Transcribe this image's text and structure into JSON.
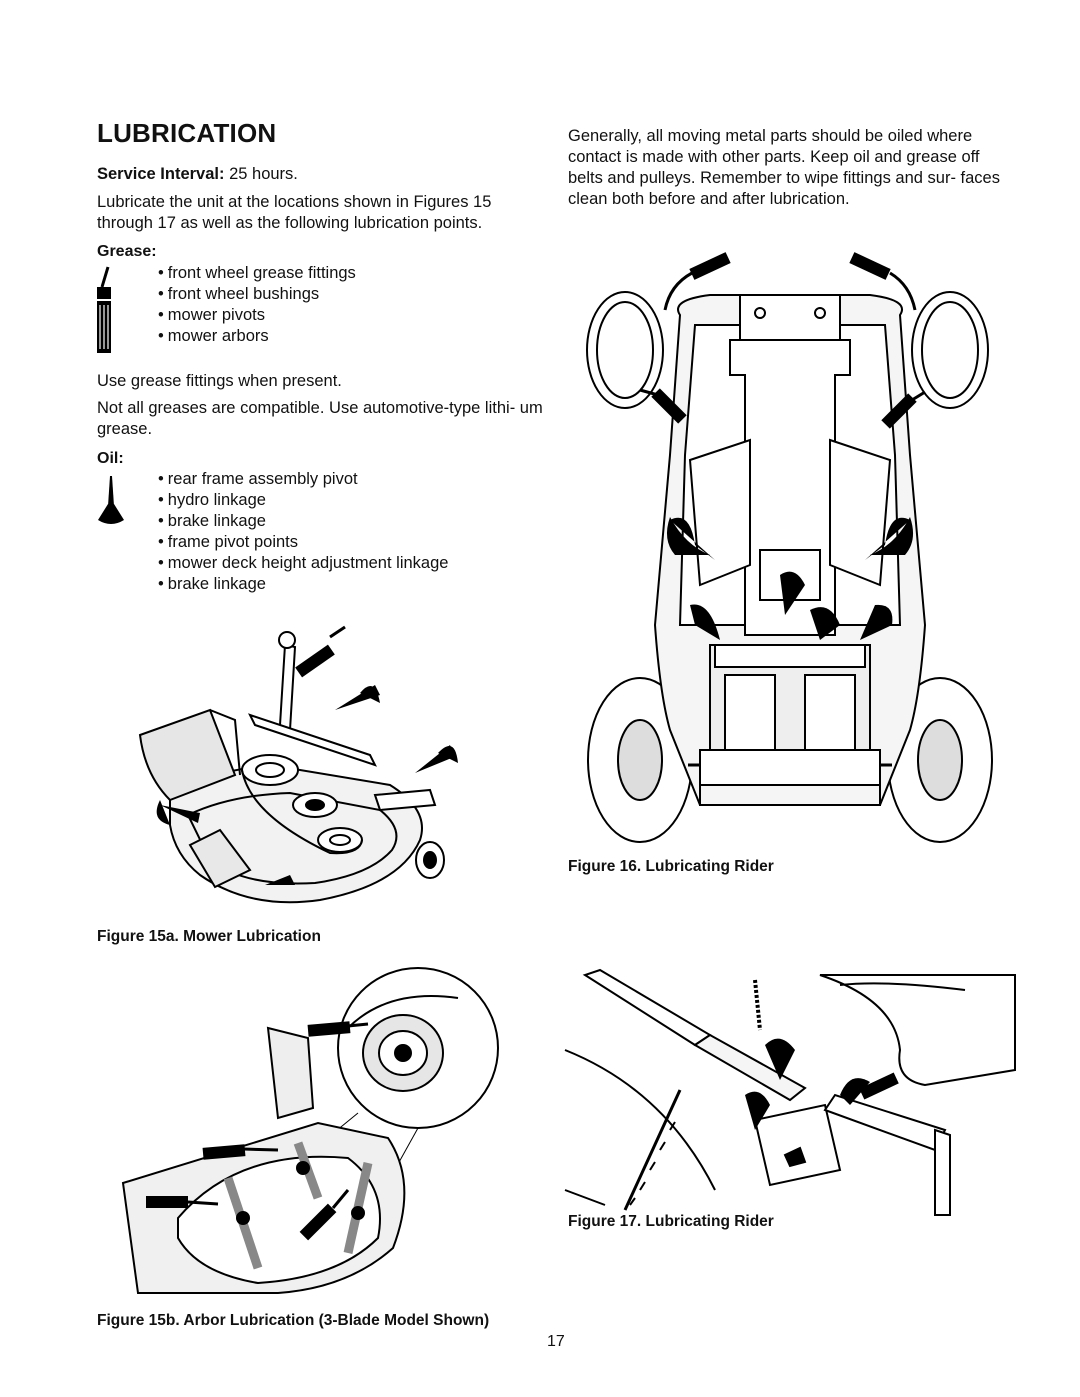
{
  "heading": "LUBRICATION",
  "service_interval": {
    "label": "Service Interval:",
    "value": "25 hours."
  },
  "intro": "Lubricate the unit at the locations shown in Figures 15 through 17 as well as the following lubrication points.",
  "grease": {
    "heading": "Grease:",
    "icon": "grease-gun-icon",
    "items": [
      "front wheel grease fittings",
      "front wheel bushings",
      "mower pivots",
      "mower arbors"
    ]
  },
  "grease_note1": "Use grease fittings when present.",
  "grease_note2": "Not all greases are compatible. Use automotive-type lithi- um grease.",
  "oil": {
    "heading": "Oil:",
    "icon": "oil-can-icon",
    "items": [
      "rear frame assembly pivot",
      "hydro linkage",
      "brake linkage",
      "frame pivot points",
      "mower deck height adjustment linkage",
      "brake linkage"
    ]
  },
  "right_text": "Generally, all moving metal parts should be oiled where contact is made with other parts.  Keep oil and grease off belts and pulleys.  Remember to wipe fittings and sur- faces clean both before and after lubrication.",
  "figures": {
    "fig15a": "Figure 15a. Mower Lubrication",
    "fig15b": "Figure 15b. Arbor Lubrication (3-Blade Model Shown)",
    "fig16": "Figure 16. Lubricating Rider",
    "fig17": "Figure 17. Lubricating Rider"
  },
  "page_number": "17"
}
